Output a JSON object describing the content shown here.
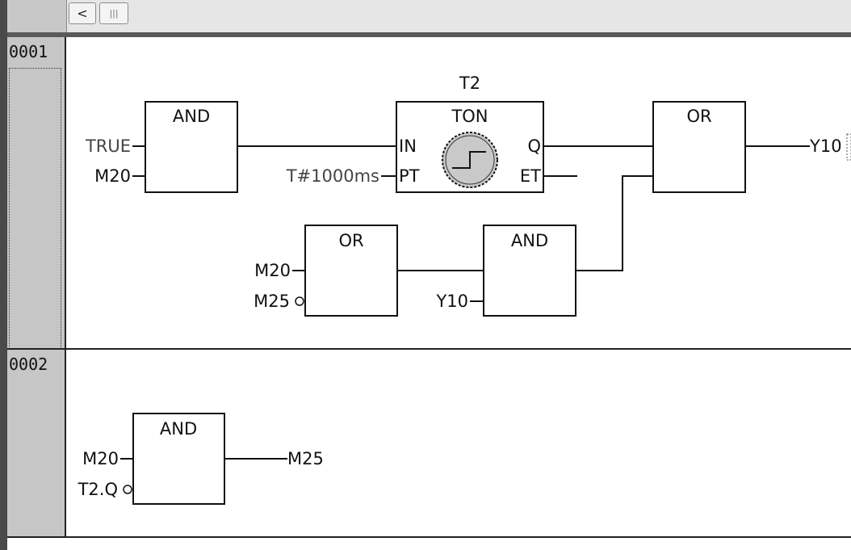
{
  "toolbar": {
    "scroll_left_glyph": "<",
    "scroll_thumb_glyph": "|||"
  },
  "networks": [
    {
      "number": "0001",
      "blocks": {
        "and1": {
          "type": "AND",
          "inputs": [
            "TRUE",
            "M20"
          ]
        },
        "timer": {
          "instance": "T2",
          "type": "TON",
          "pin_in": "IN",
          "pin_pt": "PT",
          "pin_q": "Q",
          "pin_et": "ET",
          "pt_value": "T#1000ms"
        },
        "or1": {
          "type": "OR",
          "output": "Y10"
        },
        "or2": {
          "type": "OR",
          "inputs": [
            "M20",
            "M25"
          ]
        },
        "and2": {
          "type": "AND",
          "inputs": [
            "Y10"
          ]
        }
      }
    },
    {
      "number": "0002",
      "blocks": {
        "and3": {
          "type": "AND",
          "inputs": [
            "M20",
            "T2.Q"
          ],
          "output": "M25"
        }
      }
    }
  ]
}
